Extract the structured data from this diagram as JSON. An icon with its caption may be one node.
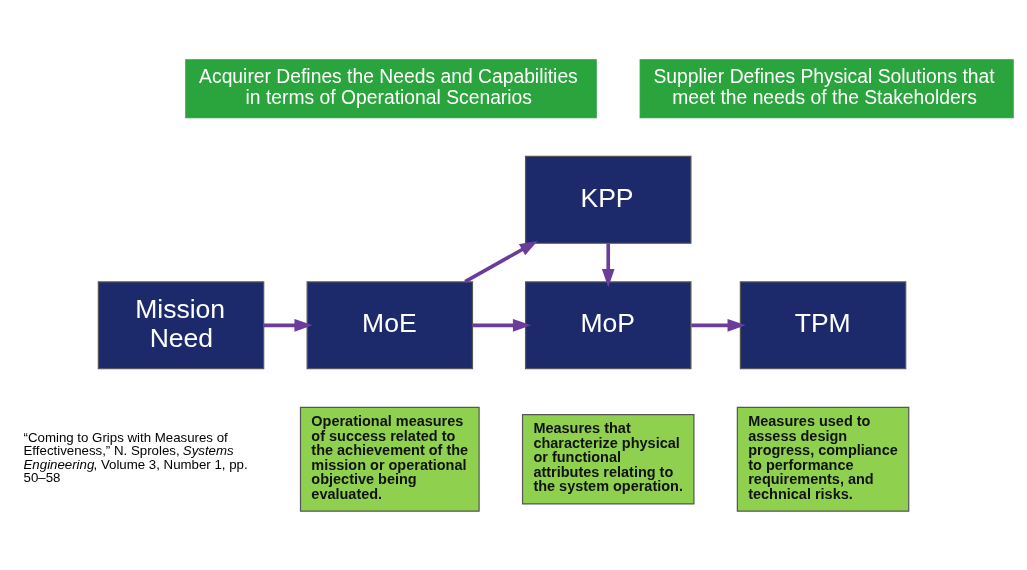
{
  "diagram": {
    "nodes": [
      {
        "text": [
          "Acquirer Defines the Needs and Capabilities in terms of Operational Scenarios"
        ]
      },
      {
        "text": [
          "Supplier Defines Physical Solutions that meet the needs of the Stakeholders"
        ]
      },
      {
        "text": [
          "KPP"
        ]
      },
      {
        "text": [
          "Mission Need"
        ]
      },
      {
        "text": [
          "MoE"
        ]
      },
      {
        "text": [
          "MoP"
        ]
      },
      {
        "text": [
          "TPM"
        ]
      },
      {
        "text": [
          "Operational measures of success related to the achievement of the mission or operational objective being evaluated."
        ]
      },
      {
        "text": [
          "Measures that characterize physical or functional attributes relating to the system operation."
        ]
      },
      {
        "text": [
          "Measures used to assess design progress, compliance to performance requirements, and technical risks."
        ]
      }
    ],
    "edges": [
      {
        "from": 3,
        "to": 4,
        "arrow": "to"
      },
      {
        "from": 4,
        "to": 2,
        "arrow": "to"
      },
      {
        "from": 4,
        "to": 5,
        "arrow": "to"
      },
      {
        "from": 2,
        "to": 5,
        "arrow": "to"
      },
      {
        "from": 5,
        "to": 6,
        "arrow": "to"
      }
    ],
    "labels": [
      "“Coming to Grips with Measures of Effectiveness,” N. Sproles, *Systems Engineering*, Volume 3, Number 1, pp. 50–58"
    ]
  }
}
